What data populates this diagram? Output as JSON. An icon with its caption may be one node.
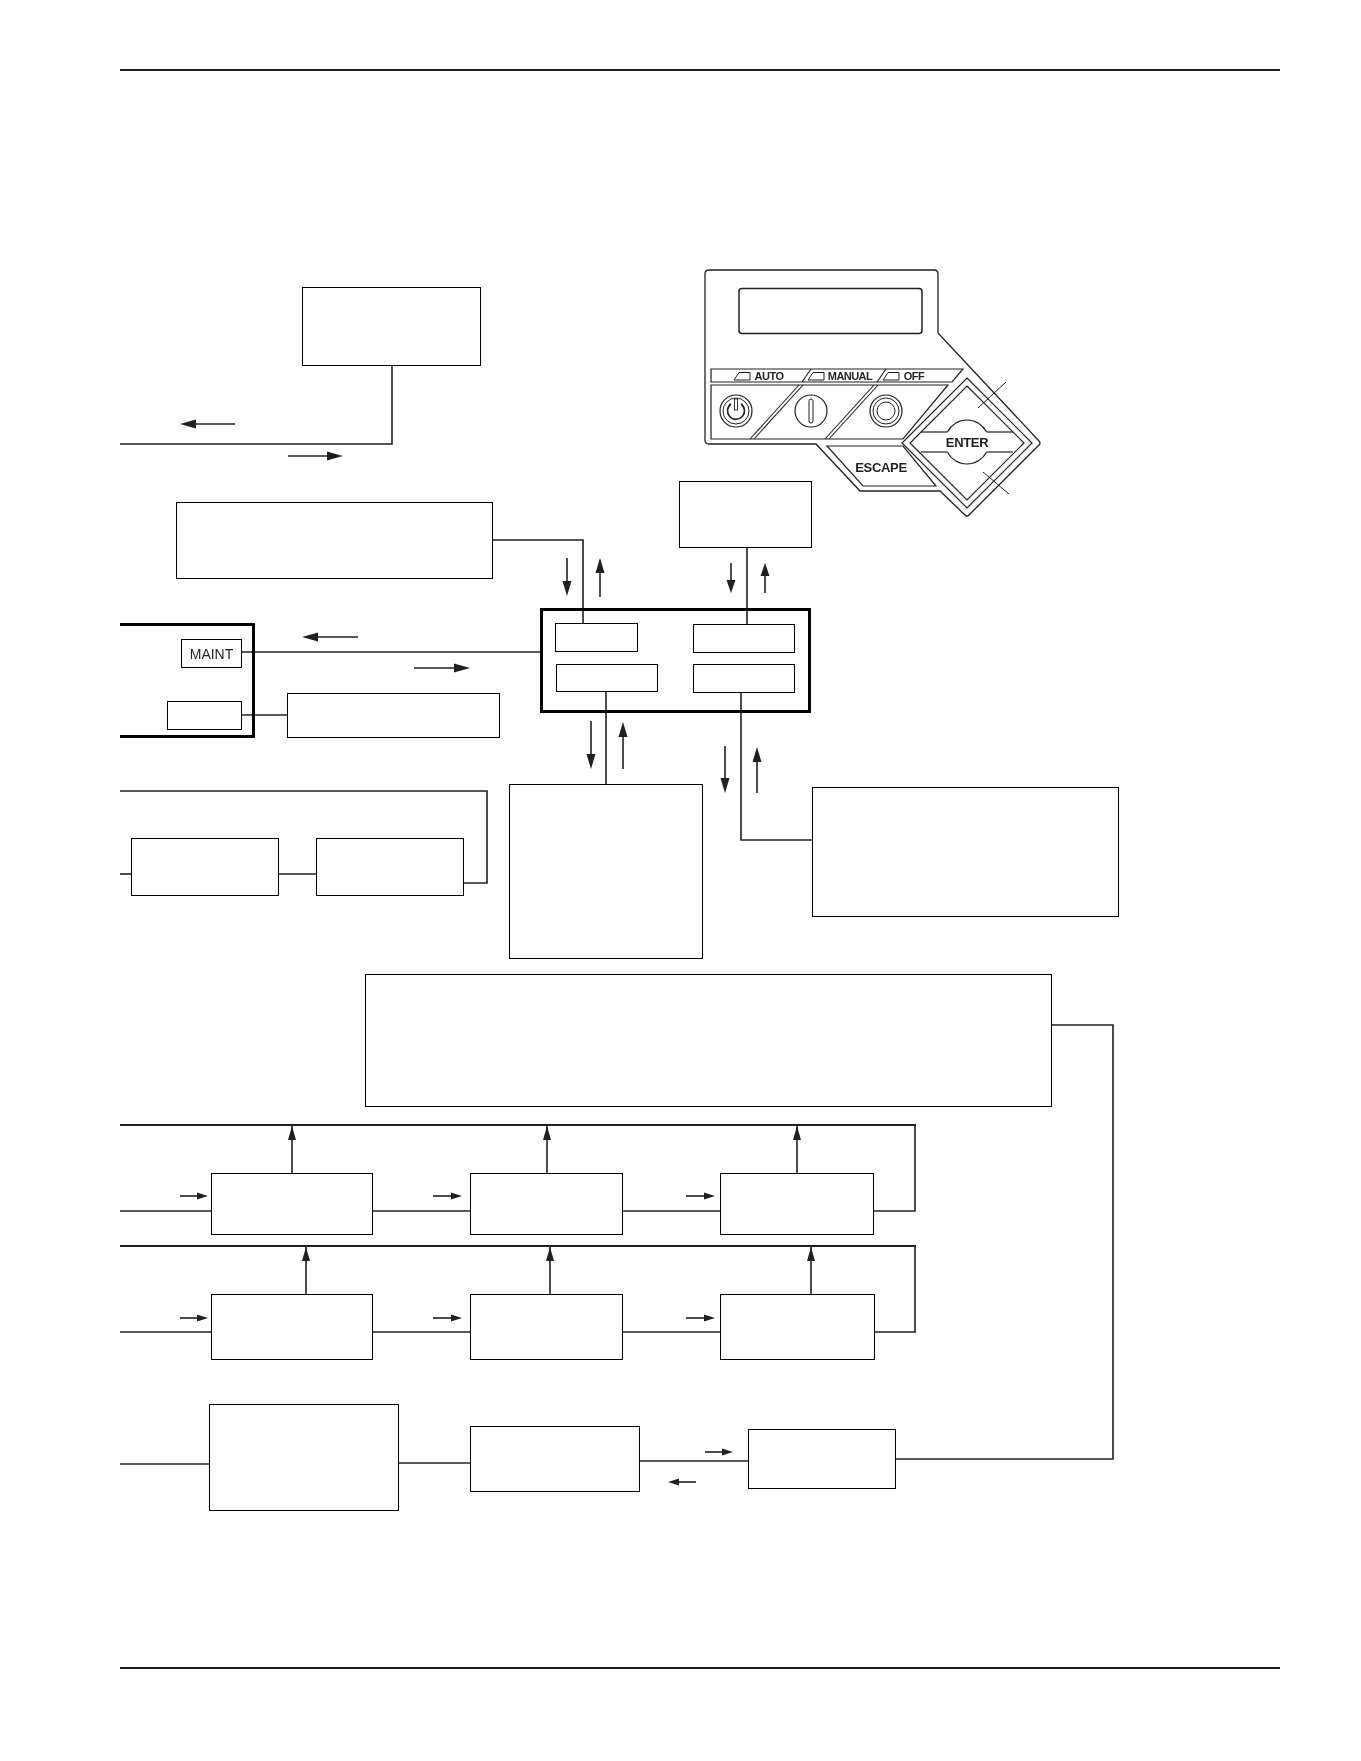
{
  "diagram": {
    "nodes": [
      {
        "text": [],
        "shape": "box"
      },
      {
        "text": [],
        "shape": "box"
      },
      {
        "text": [],
        "shape": "box"
      },
      {
        "text": [],
        "shape": "box"
      },
      {
        "text": [
          "MAINT"
        ],
        "in": 3
      },
      {
        "text": [],
        "shape": "box",
        "in": 3
      },
      {
        "text": [],
        "shape": "box"
      },
      {
        "text": [],
        "shape": "box"
      },
      {
        "text": [],
        "shape": "box",
        "in": 7
      },
      {
        "text": [],
        "shape": "box",
        "in": 7
      },
      {
        "text": [],
        "shape": "box",
        "in": 7
      },
      {
        "text": [],
        "shape": "box",
        "in": 7
      },
      {
        "text": [],
        "shape": "box"
      },
      {
        "text": [],
        "shape": "box"
      },
      {
        "text": [],
        "shape": "box"
      },
      {
        "text": [],
        "shape": "box"
      },
      {
        "text": [],
        "shape": "box"
      },
      {
        "text": [],
        "shape": "bar"
      },
      {
        "text": [],
        "shape": "box"
      },
      {
        "text": [],
        "shape": "box"
      },
      {
        "text": [],
        "shape": "box"
      },
      {
        "text": [],
        "shape": "bar"
      },
      {
        "text": [],
        "shape": "box"
      },
      {
        "text": [],
        "shape": "box"
      },
      {
        "text": [],
        "shape": "box"
      },
      {
        "text": [],
        "shape": "box"
      },
      {
        "text": [],
        "shape": "box"
      },
      {
        "text": [],
        "shape": "box"
      }
    ],
    "edges": [
      {
        "from": 0,
        "to": null,
        "arrow": "none"
      },
      {
        "from": 1,
        "to": 8,
        "arrow": "none"
      },
      {
        "from": 2,
        "to": 9,
        "arrow": "none"
      },
      {
        "from": 4,
        "to": 7,
        "arrow": "none"
      },
      {
        "from": 5,
        "to": 6,
        "arrow": "none"
      },
      {
        "from": 10,
        "to": 14,
        "arrow": "none"
      },
      {
        "from": 11,
        "to": 15,
        "arrow": "none"
      },
      {
        "from": null,
        "to": 12,
        "arrow": "none"
      },
      {
        "from": 12,
        "to": 13,
        "arrow": "none"
      },
      {
        "from": 13,
        "to": null,
        "arrow": "none"
      },
      {
        "from": 16,
        "to": 27,
        "arrow": "none"
      },
      {
        "from": null,
        "to": 18,
        "arrow": "none"
      },
      {
        "from": 18,
        "to": 19,
        "arrow": "none"
      },
      {
        "from": 19,
        "to": 20,
        "arrow": "none"
      },
      {
        "from": 20,
        "to": 17,
        "arrow": "none"
      },
      {
        "from": 18,
        "to": 17,
        "arrow": "to"
      },
      {
        "from": 19,
        "to": 17,
        "arrow": "to"
      },
      {
        "from": 20,
        "to": 17,
        "arrow": "to"
      },
      {
        "from": null,
        "to": 22,
        "arrow": "none"
      },
      {
        "from": 22,
        "to": 23,
        "arrow": "none"
      },
      {
        "from": 23,
        "to": 24,
        "arrow": "none"
      },
      {
        "from": 24,
        "to": 21,
        "arrow": "none"
      },
      {
        "from": 22,
        "to": 21,
        "arrow": "to"
      },
      {
        "from": 23,
        "to": 21,
        "arrow": "to"
      },
      {
        "from": 24,
        "to": 21,
        "arrow": "to"
      },
      {
        "from": null,
        "to": 25,
        "arrow": "none"
      },
      {
        "from": 25,
        "to": 26,
        "arrow": "none"
      },
      {
        "from": 26,
        "to": 27,
        "arrow": "none"
      }
    ],
    "labels": [
      "AUTO",
      "MANUAL",
      "OFF",
      "ENTER",
      "ESCAPE"
    ]
  }
}
